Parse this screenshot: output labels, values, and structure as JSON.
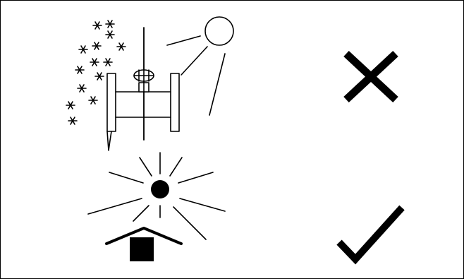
{
  "figure": {
    "rows": [
      {
        "scene": "flowmeter-outdoors-exposed-to-snow-and-sun",
        "verdict": "incorrect",
        "verdict_icon": "cross-icon"
      },
      {
        "scene": "flowmeter-protected-by-roof-from-sun",
        "verdict": "correct",
        "verdict_icon": "checkmark-icon"
      }
    ],
    "colors": {
      "stroke": "#000000",
      "background": "#ffffff"
    }
  }
}
